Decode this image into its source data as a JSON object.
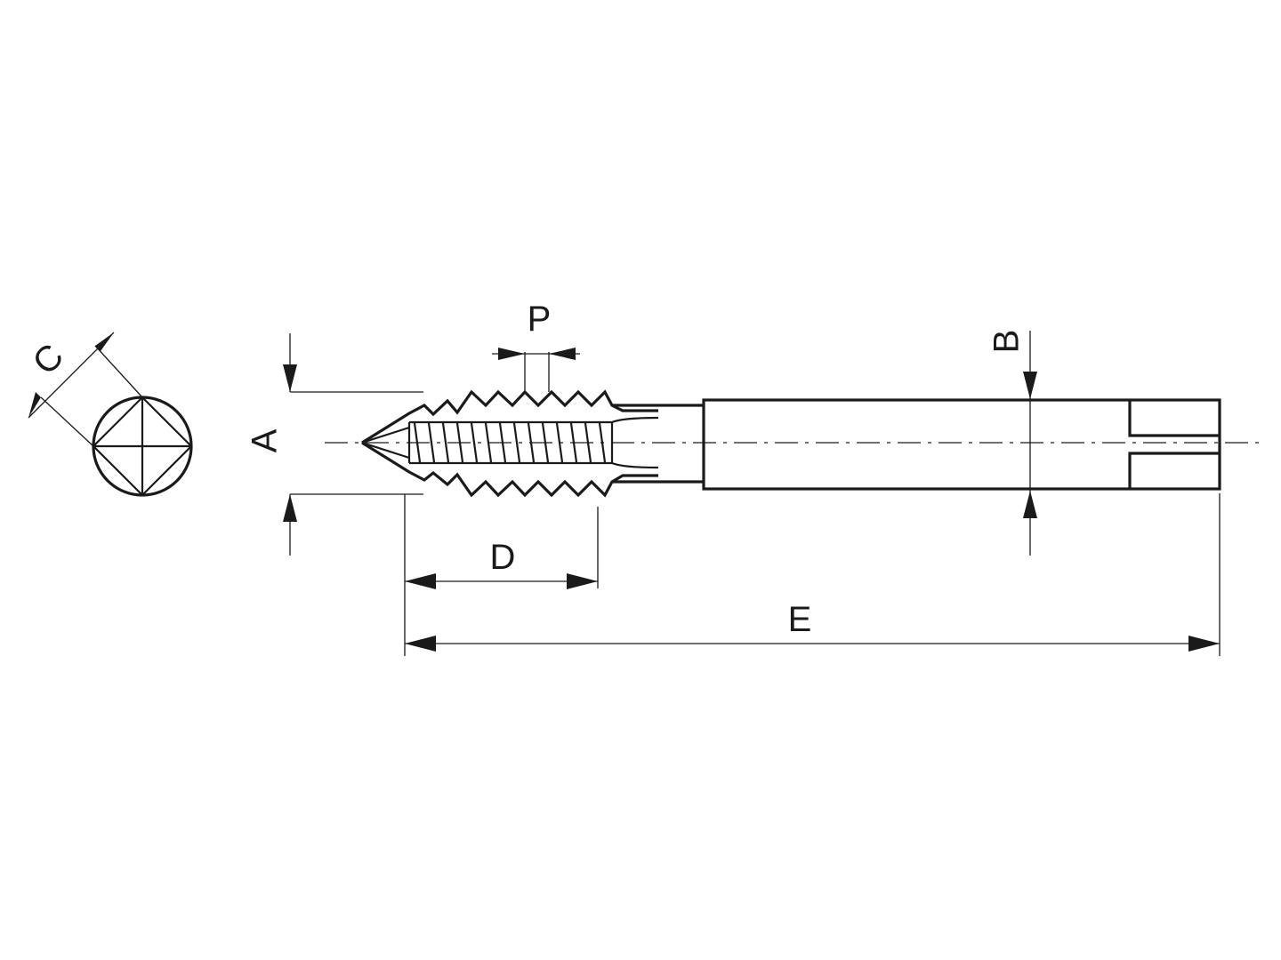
{
  "labels": {
    "a": "A",
    "b": "B",
    "c": "C",
    "d": "D",
    "e": "E",
    "p": "P"
  }
}
